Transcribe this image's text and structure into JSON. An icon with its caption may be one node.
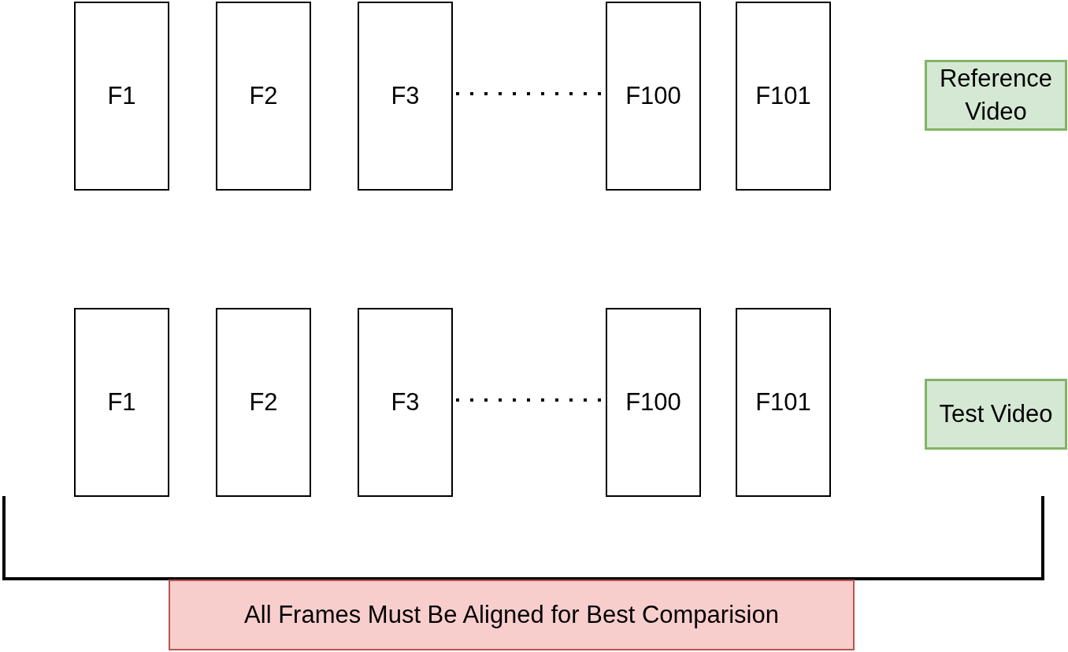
{
  "diagram": {
    "nodes": [
      {
        "text": [
          "F1"
        ]
      },
      {
        "text": [
          "F2"
        ]
      },
      {
        "text": [
          "F3"
        ]
      },
      {
        "text": [
          "F100"
        ]
      },
      {
        "text": [
          "F101"
        ]
      },
      {
        "text": [
          "Reference Video"
        ]
      },
      {
        "text": [
          "F1"
        ]
      },
      {
        "text": [
          "F2"
        ]
      },
      {
        "text": [
          "F3"
        ]
      },
      {
        "text": [
          "F100"
        ]
      },
      {
        "text": [
          "F101"
        ]
      },
      {
        "text": [
          "Test Video"
        ]
      },
      {
        "text": [
          "All Frames Must Be Aligned for Best Comparision"
        ]
      }
    ],
    "edges": [
      {
        "from": 2,
        "to": 3,
        "arrow": "none",
        "style": "dashed"
      },
      {
        "from": 8,
        "to": 9,
        "arrow": "none",
        "style": "dashed"
      }
    ]
  }
}
